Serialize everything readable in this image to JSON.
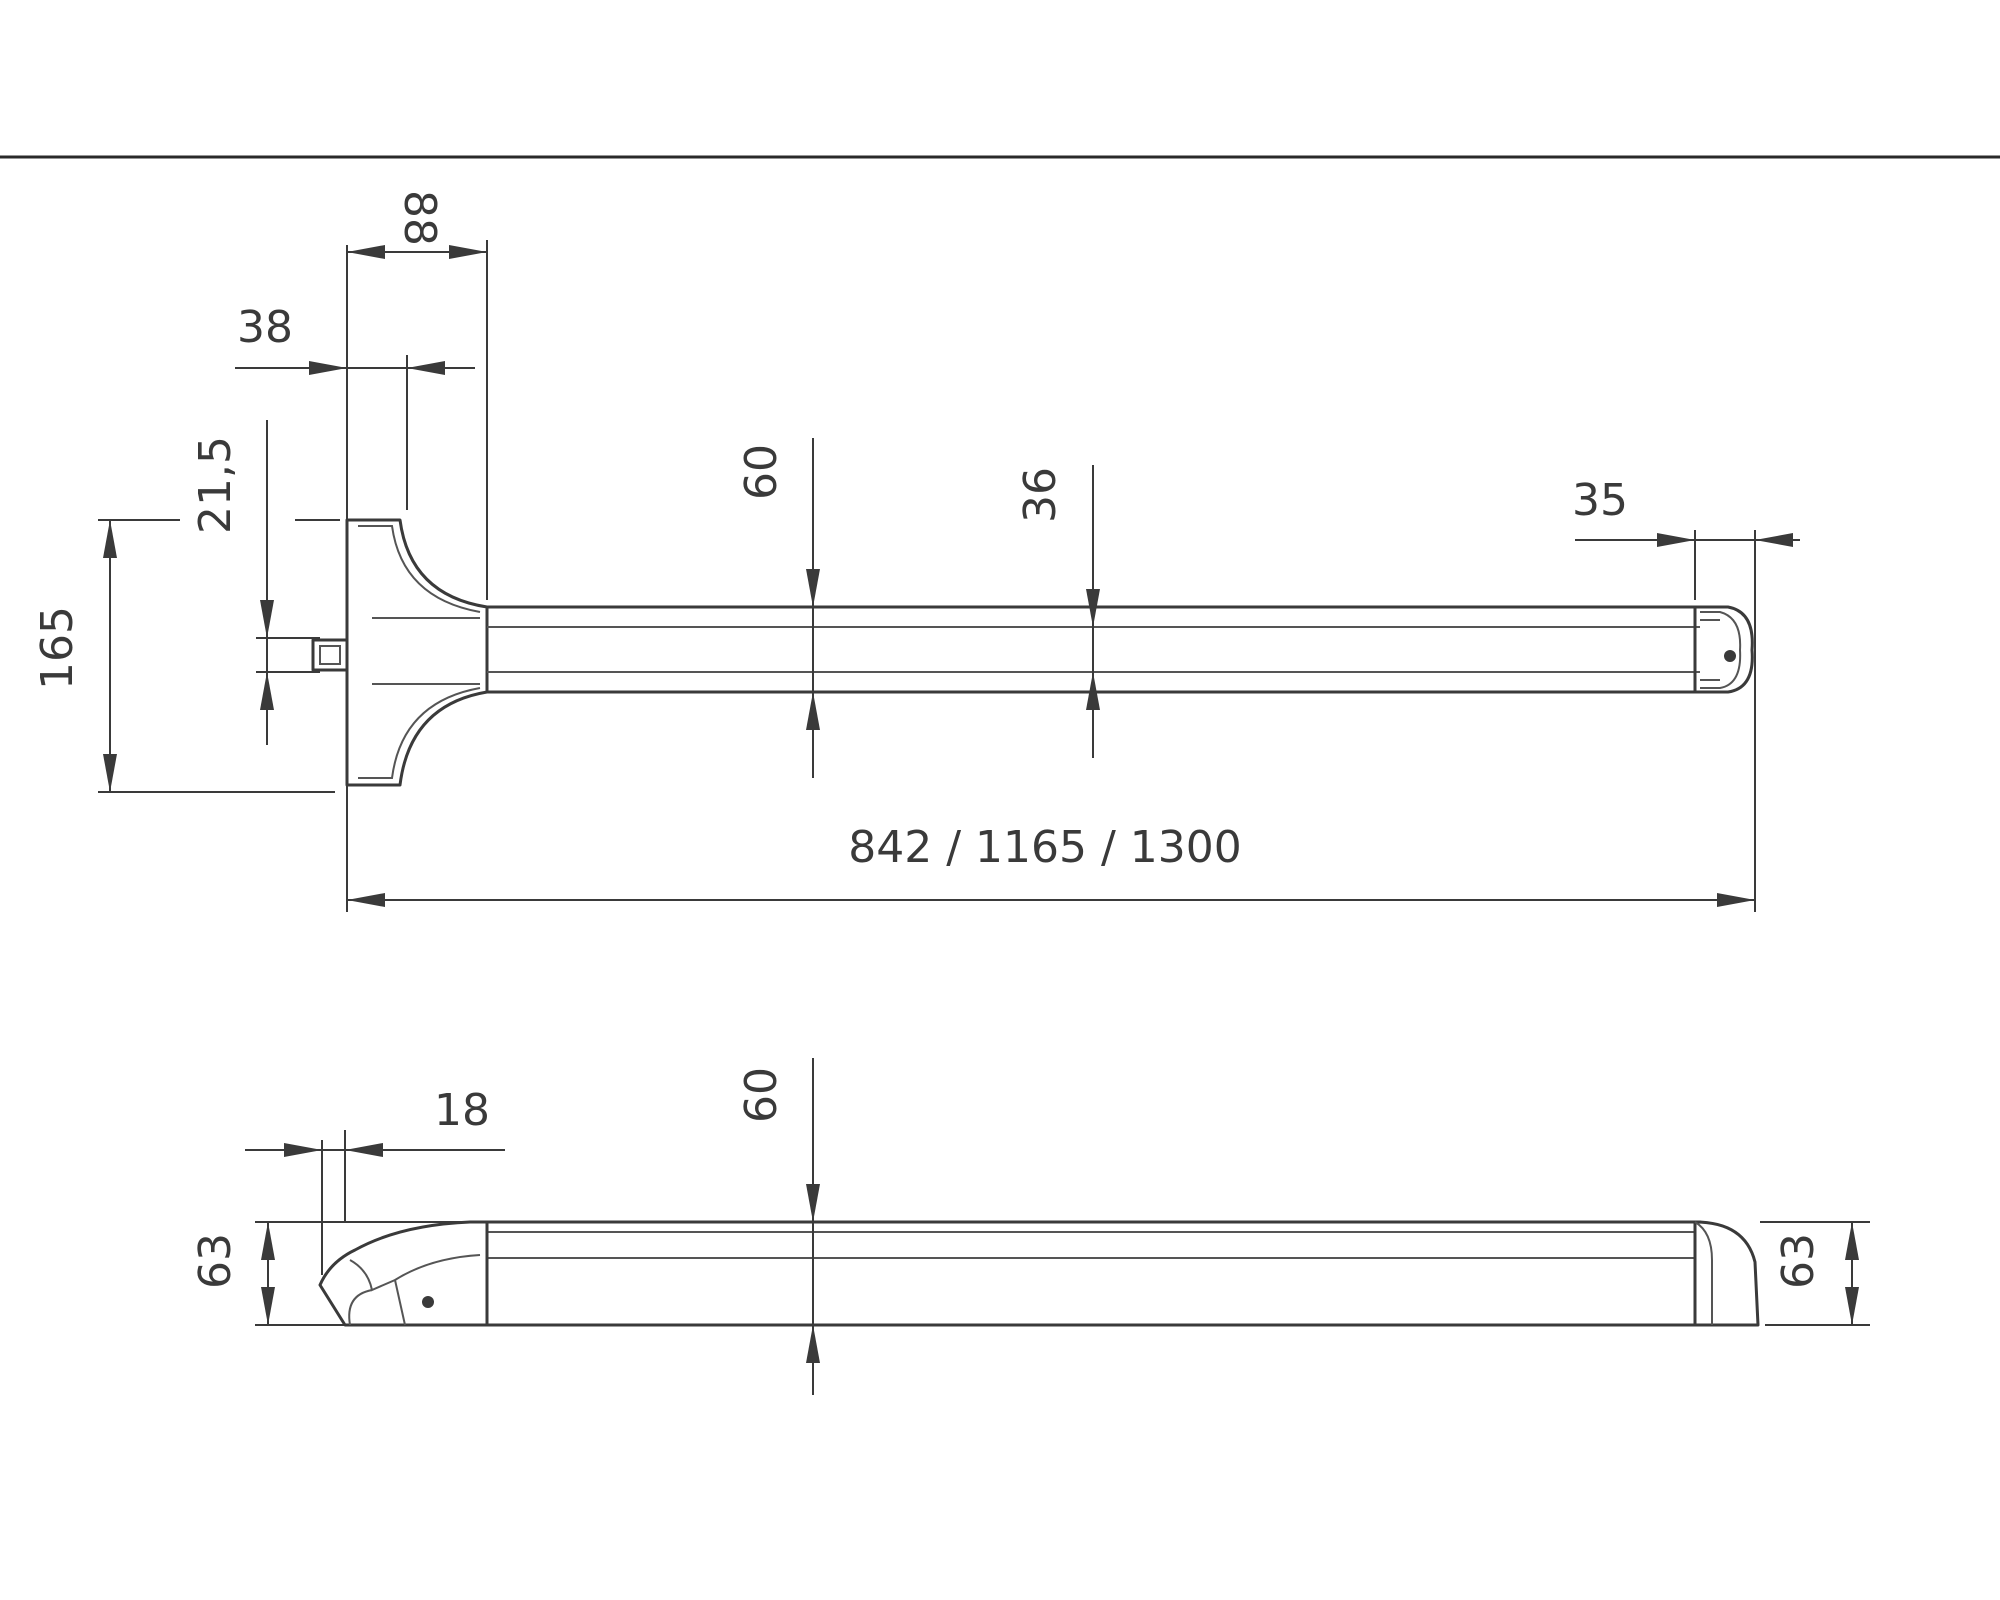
{
  "top_view": {
    "dim_width_88": "88",
    "dim_38": "38",
    "dim_21_5": "21,5",
    "dim_165": "165",
    "dim_60": "60",
    "dim_36": "36",
    "dim_35": "35",
    "dim_length": "842 / 1165 / 1300"
  },
  "side_view": {
    "dim_18": "18",
    "dim_60": "60",
    "dim_63_left": "63",
    "dim_63_right": "63"
  }
}
